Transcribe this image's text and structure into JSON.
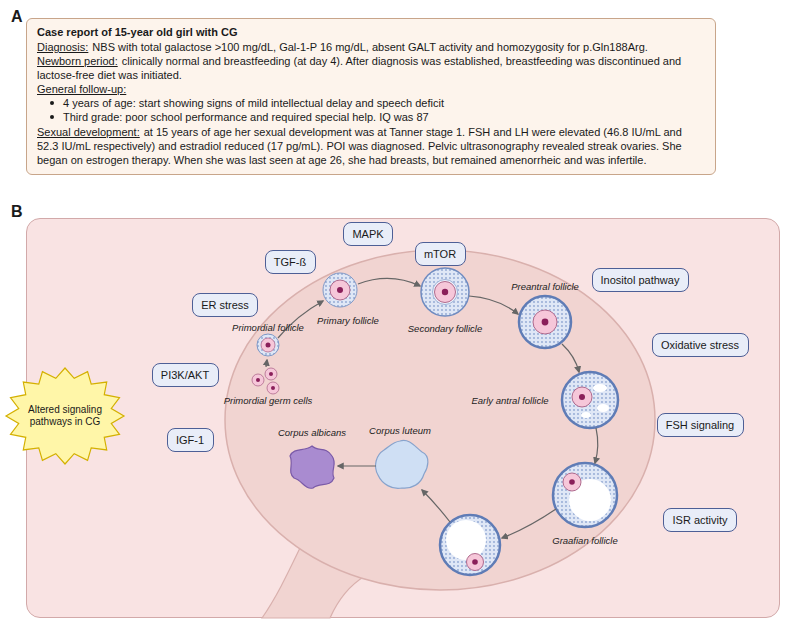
{
  "diagram": {
    "nodes": [
      {
        "text": [
          "A",
          "Case report of 15-year old girl with CG",
          "Diagnosis:",
          "NBS with total galactose >100 mg/dL, Gal-1-P 16 mg/dL, absent GALT activity and homozygosity for p.Gln188Arg.",
          "Newborn period:",
          "clinically normal and breastfeeding (at day 4). After diagnosis was established, breastfeeding was discontinued and lactose-free diet was initiated.",
          "General follow-up:",
          "4 years of age: start showing signs of mild intellectual delay and speech deficit",
          "Third grade: poor school performance and required special help. IQ was 87",
          "Sexual development:",
          "at 15 years of age her sexual development was at Tanner stage 1.  FSH and LH were elevated (46.8 IU/mL and 52.3 IU/mL respectively) and estradiol reduced (17 pg/mL). POI was diagnosed. Pelvic ultrasonography revealed streak ovaries. She began on estrogen therapy. When she was last seen at age 26, she had breasts, but remained amenorrheic and was infertile."
        ]
      },
      {
        "text": [
          "B"
        ]
      },
      {
        "text": [
          "MAPK"
        ],
        "in": 1
      },
      {
        "text": [
          "TGF-ß"
        ],
        "in": 1
      },
      {
        "text": [
          "mTOR"
        ],
        "in": 1
      },
      {
        "text": [
          "ER stress"
        ],
        "in": 1
      },
      {
        "text": [
          "Inositol pathway"
        ],
        "in": 1
      },
      {
        "text": [
          "Oxidative stress"
        ],
        "in": 1
      },
      {
        "text": [
          "PI3K/AKT"
        ],
        "in": 1
      },
      {
        "text": [
          "FSH signaling"
        ],
        "in": 1
      },
      {
        "text": [
          "IGF-1"
        ],
        "in": 1
      },
      {
        "text": [
          "ISR activity"
        ],
        "in": 1
      },
      {
        "text": [
          "Altered signaling pathways in CG"
        ]
      }
    ],
    "labels": [
      "Primordial germ cells",
      "Primordial follicle",
      "Primary follicle",
      "Secondary follicle",
      "Preantral follicle",
      "Early antral follicle",
      "Graafian follicle",
      "Corpus luteum",
      "Corpus albicans"
    ]
  }
}
